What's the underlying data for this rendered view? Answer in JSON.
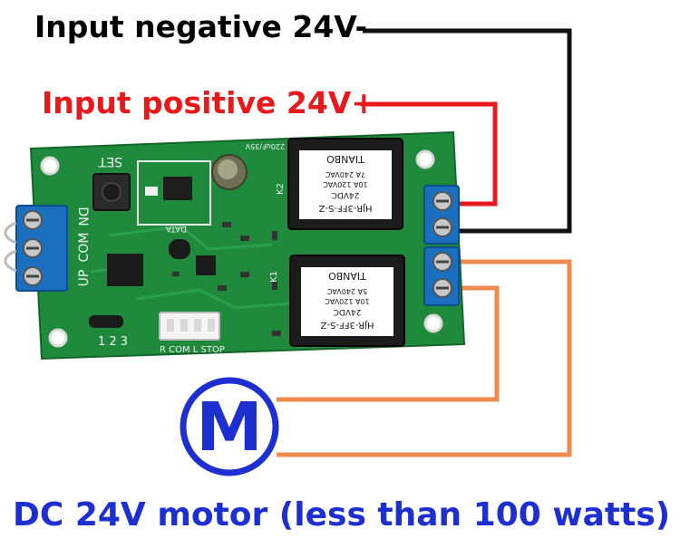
{
  "labels": {
    "input_negative": "Input negative 24V-",
    "input_positive": "Input positive 24V+",
    "caption": "DC 24V motor (less than 100 watts)"
  },
  "motor": {
    "symbol": "M"
  },
  "board": {
    "set": "SET",
    "up": "UP",
    "com": "COM",
    "dn": "DN",
    "pins": "1 2 3",
    "connector": "R  COM  L  STOP",
    "k1": "K1",
    "k2": "K2",
    "data": "DATA",
    "cap": "220uF/35V"
  },
  "relay": {
    "model": "HJR-3FF-S-Z",
    "brand": "TIANBO",
    "coil": "24VDC",
    "line1": "10A 120VAC",
    "line2": "7A 240VAC",
    "line3": "5A 240VAC"
  },
  "colors": {
    "negative_wire": "#111111",
    "positive_wire": "#e8181b",
    "motor_wire": "#ee8a4e",
    "motor": "#1d2fd0",
    "pcb": "#1f8a3c",
    "terminal": "#1b6fbf"
  }
}
